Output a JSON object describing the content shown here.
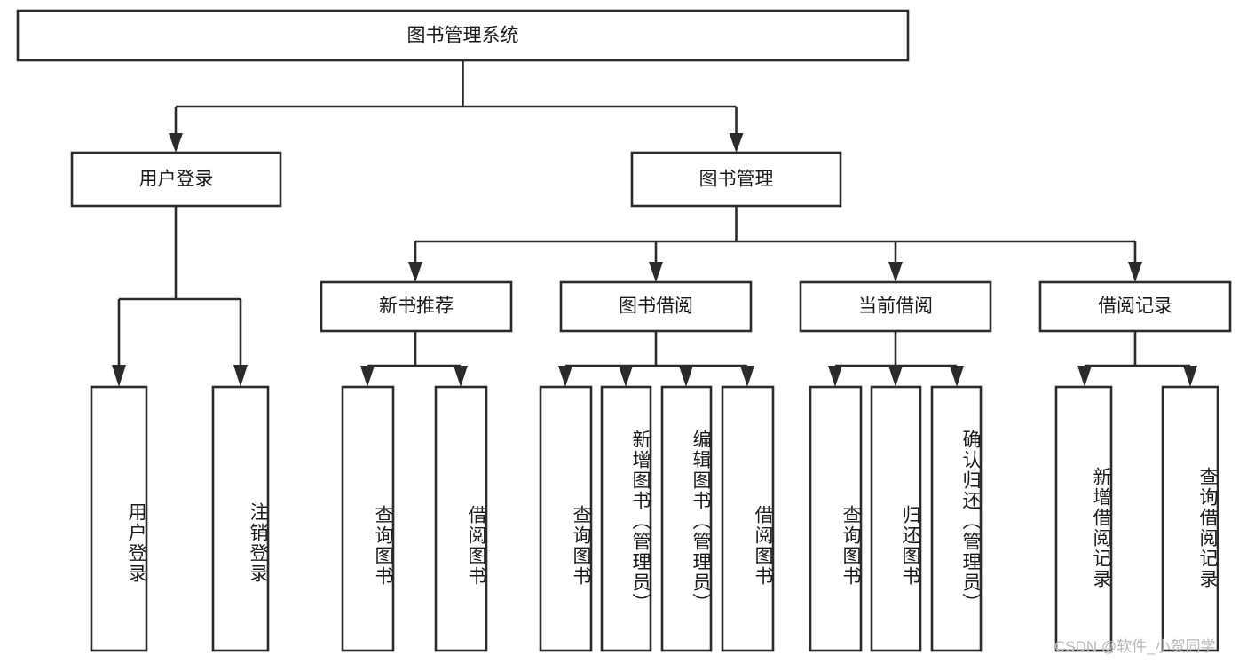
{
  "diagram": {
    "type": "tree-hierarchy",
    "title": "图书管理系统",
    "orientation": "top-down",
    "root": {
      "id": "root",
      "label": "图书管理系统"
    },
    "level2": [
      {
        "id": "user-login",
        "label": "用户登录"
      },
      {
        "id": "book-management",
        "label": "图书管理"
      }
    ],
    "level3": [
      {
        "id": "new-book-recommend",
        "label": "新书推荐",
        "parent": "book-management"
      },
      {
        "id": "book-borrow",
        "label": "图书借阅",
        "parent": "book-management"
      },
      {
        "id": "current-borrow",
        "label": "当前借阅",
        "parent": "book-management"
      },
      {
        "id": "borrow-record",
        "label": "借阅记录",
        "parent": "book-management"
      }
    ],
    "leaves": [
      {
        "id": "leaf-user-login",
        "label": "用户登录",
        "parent": "user-login"
      },
      {
        "id": "leaf-logout-login",
        "label": "注销登录",
        "parent": "user-login"
      },
      {
        "id": "leaf-query-book-1",
        "label": "查询图书",
        "parent": "new-book-recommend"
      },
      {
        "id": "leaf-borrow-book-1",
        "label": "借阅图书",
        "parent": "new-book-recommend"
      },
      {
        "id": "leaf-query-book-2",
        "label": "查询图书",
        "parent": "book-borrow"
      },
      {
        "id": "leaf-add-book",
        "label": "新增图书（管理员）",
        "parent": "book-borrow"
      },
      {
        "id": "leaf-edit-book",
        "label": "编辑图书（管理员）",
        "parent": "book-borrow"
      },
      {
        "id": "leaf-borrow-book-2",
        "label": "借阅图书",
        "parent": "book-borrow"
      },
      {
        "id": "leaf-query-book-3",
        "label": "查询图书",
        "parent": "current-borrow"
      },
      {
        "id": "leaf-return-book",
        "label": "归还图书",
        "parent": "current-borrow"
      },
      {
        "id": "leaf-confirm-return",
        "label": "确认归还（管理员）",
        "parent": "current-borrow"
      },
      {
        "id": "leaf-add-record",
        "label": "新增借阅记录",
        "parent": "borrow-record"
      },
      {
        "id": "leaf-query-record",
        "label": "查询借阅记录",
        "parent": "borrow-record"
      }
    ]
  },
  "watermark": {
    "text": "CSDN @软件_小贺同学"
  },
  "colors": {
    "box_stroke": "#2b2b2b",
    "box_fill": "#ffffff",
    "text": "#1a1a1a",
    "background": "#ffffff",
    "watermark": "#b8b8b8"
  }
}
